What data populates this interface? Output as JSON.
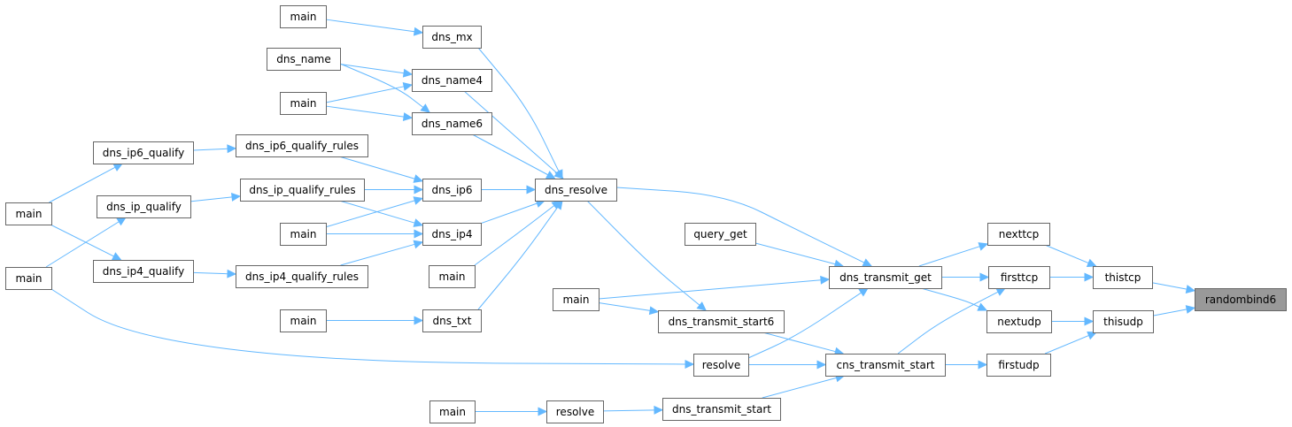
{
  "graph": {
    "direction": "right-to-left",
    "root": "randombind6",
    "colors": {
      "edge": "#63b8ff",
      "node_border": "#666666",
      "node_fill": "#ffffff",
      "root_fill": "#999999",
      "text": "#000000"
    },
    "nodes": [
      {
        "id": "randombind6",
        "label": "randombind6",
        "root": true
      },
      {
        "id": "thistcp",
        "label": "thistcp"
      },
      {
        "id": "thisudp",
        "label": "thisudp"
      },
      {
        "id": "nexttcp",
        "label": "nexttcp"
      },
      {
        "id": "firsttcp",
        "label": "firsttcp"
      },
      {
        "id": "nextudp",
        "label": "nextudp"
      },
      {
        "id": "firstudp",
        "label": "firstudp"
      },
      {
        "id": "dns_transmit_get",
        "label": "dns_transmit_get"
      },
      {
        "id": "cns_transmit_start",
        "label": "cns_transmit_start"
      },
      {
        "id": "query_get",
        "label": "query_get"
      },
      {
        "id": "main_c",
        "label": "main"
      },
      {
        "id": "dns_transmit_start6",
        "label": "dns_transmit_start6"
      },
      {
        "id": "resolve_a",
        "label": "resolve"
      },
      {
        "id": "dns_transmit_start",
        "label": "dns_transmit_start"
      },
      {
        "id": "resolve_b",
        "label": "resolve"
      },
      {
        "id": "main_l",
        "label": "main"
      },
      {
        "id": "dns_resolve",
        "label": "dns_resolve"
      },
      {
        "id": "dns_mx",
        "label": "dns_mx"
      },
      {
        "id": "dns_name4",
        "label": "dns_name4"
      },
      {
        "id": "dns_name6",
        "label": "dns_name6"
      },
      {
        "id": "dns_ip6",
        "label": "dns_ip6"
      },
      {
        "id": "dns_ip4",
        "label": "dns_ip4"
      },
      {
        "id": "main_k",
        "label": "main"
      },
      {
        "id": "dns_txt",
        "label": "dns_txt"
      },
      {
        "id": "main_a",
        "label": "main"
      },
      {
        "id": "dns_name",
        "label": "dns_name"
      },
      {
        "id": "main_b",
        "label": "main"
      },
      {
        "id": "dns_ip6_qualify_rules",
        "label": "dns_ip6_qualify_rules"
      },
      {
        "id": "dns_ip_qualify_rules",
        "label": "dns_ip_qualify_rules"
      },
      {
        "id": "main_i",
        "label": "main"
      },
      {
        "id": "dns_ip4_qualify_rules",
        "label": "dns_ip4_qualify_rules"
      },
      {
        "id": "main_j",
        "label": "main"
      },
      {
        "id": "dns_ip6_qualify",
        "label": "dns_ip6_qualify"
      },
      {
        "id": "dns_ip_qualify",
        "label": "dns_ip_qualify"
      },
      {
        "id": "dns_ip4_qualify",
        "label": "dns_ip4_qualify"
      },
      {
        "id": "main_g",
        "label": "main"
      },
      {
        "id": "main_h",
        "label": "main"
      }
    ],
    "edges": [
      {
        "from": "thistcp",
        "to": "randombind6"
      },
      {
        "from": "thisudp",
        "to": "randombind6"
      },
      {
        "from": "nexttcp",
        "to": "thistcp"
      },
      {
        "from": "firsttcp",
        "to": "thistcp"
      },
      {
        "from": "nextudp",
        "to": "thisudp"
      },
      {
        "from": "firstudp",
        "to": "thisudp"
      },
      {
        "from": "dns_transmit_get",
        "to": "nexttcp"
      },
      {
        "from": "dns_transmit_get",
        "to": "firsttcp"
      },
      {
        "from": "cns_transmit_start",
        "to": "firsttcp"
      },
      {
        "from": "dns_transmit_get",
        "to": "nextudp"
      },
      {
        "from": "cns_transmit_start",
        "to": "firstudp"
      },
      {
        "from": "query_get",
        "to": "dns_transmit_get"
      },
      {
        "from": "main_c",
        "to": "dns_transmit_get"
      },
      {
        "from": "dns_resolve",
        "to": "dns_transmit_get"
      },
      {
        "from": "resolve_a",
        "to": "dns_transmit_get"
      },
      {
        "from": "dns_transmit_start6",
        "to": "cns_transmit_start"
      },
      {
        "from": "resolve_a",
        "to": "cns_transmit_start"
      },
      {
        "from": "dns_transmit_start",
        "to": "cns_transmit_start"
      },
      {
        "from": "main_c",
        "to": "dns_transmit_start6"
      },
      {
        "from": "dns_resolve",
        "to": "dns_transmit_start6"
      },
      {
        "from": "resolve_b",
        "to": "dns_transmit_start"
      },
      {
        "from": "main_l",
        "to": "resolve_b"
      },
      {
        "from": "main_h",
        "to": "resolve_a"
      },
      {
        "from": "dns_mx",
        "to": "dns_resolve"
      },
      {
        "from": "dns_name4",
        "to": "dns_resolve"
      },
      {
        "from": "dns_name6",
        "to": "dns_resolve"
      },
      {
        "from": "dns_ip6",
        "to": "dns_resolve"
      },
      {
        "from": "dns_ip4",
        "to": "dns_resolve"
      },
      {
        "from": "main_k",
        "to": "dns_resolve"
      },
      {
        "from": "dns_txt",
        "to": "dns_resolve"
      },
      {
        "from": "main_a",
        "to": "dns_mx"
      },
      {
        "from": "dns_name",
        "to": "dns_name4"
      },
      {
        "from": "main_b",
        "to": "dns_name4"
      },
      {
        "from": "dns_name",
        "to": "dns_name6"
      },
      {
        "from": "main_b",
        "to": "dns_name6"
      },
      {
        "from": "dns_ip6_qualify_rules",
        "to": "dns_ip6"
      },
      {
        "from": "dns_ip_qualify_rules",
        "to": "dns_ip6"
      },
      {
        "from": "main_i",
        "to": "dns_ip6"
      },
      {
        "from": "dns_ip_qualify_rules",
        "to": "dns_ip4"
      },
      {
        "from": "main_i",
        "to": "dns_ip4"
      },
      {
        "from": "dns_ip4_qualify_rules",
        "to": "dns_ip4"
      },
      {
        "from": "main_j",
        "to": "dns_txt"
      },
      {
        "from": "dns_ip6_qualify",
        "to": "dns_ip6_qualify_rules"
      },
      {
        "from": "dns_ip_qualify",
        "to": "dns_ip_qualify_rules"
      },
      {
        "from": "dns_ip4_qualify",
        "to": "dns_ip4_qualify_rules"
      },
      {
        "from": "main_g",
        "to": "dns_ip6_qualify"
      },
      {
        "from": "main_g",
        "to": "dns_ip4_qualify"
      },
      {
        "from": "main_h",
        "to": "dns_ip_qualify"
      }
    ]
  }
}
